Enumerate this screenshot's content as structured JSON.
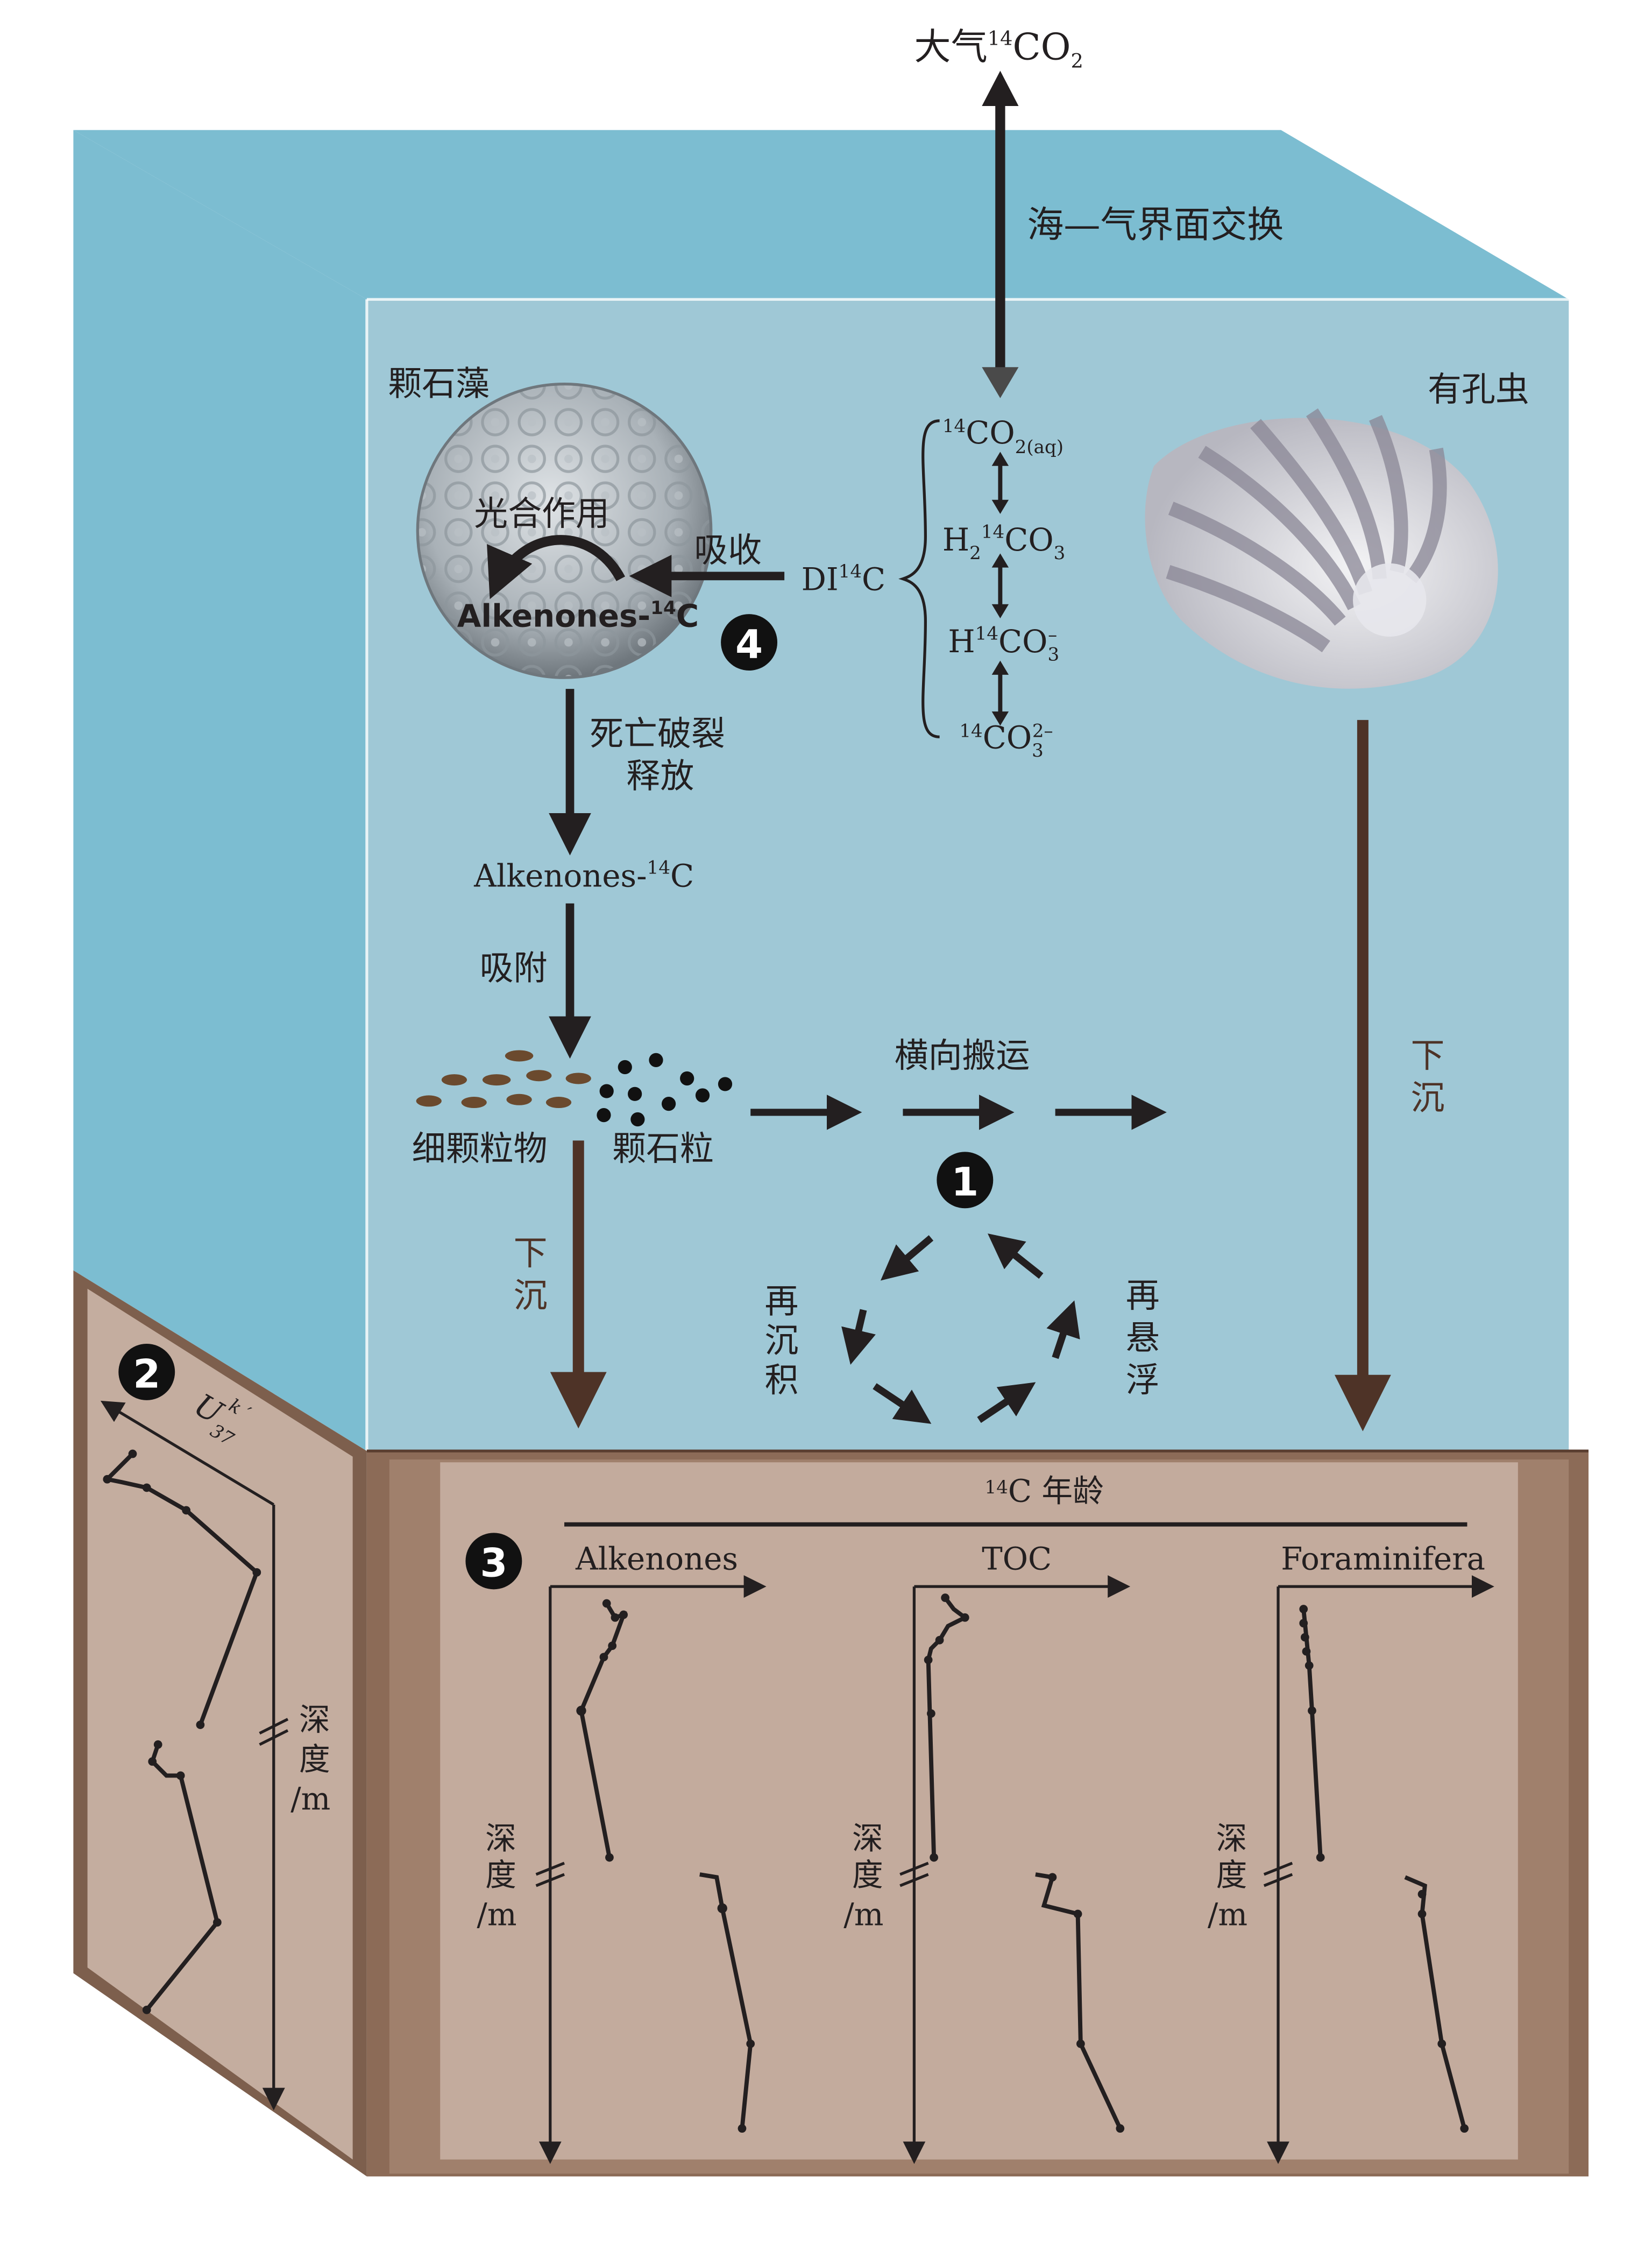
{
  "labels": {
    "atmosphere_prefix": "大气",
    "atmosphere_iso": "14",
    "atmosphere_rest": "CO",
    "atmosphere_sub": "2",
    "air_sea_exchange": "海—气界面交换",
    "coccolith_algae": "颗石藻",
    "foraminifera_cn": "有孔虫",
    "photosynthesis": "光合作用",
    "absorb": "吸收",
    "alkenones_in_cell": "Alkenones-",
    "alkenones_iso": "14",
    "alkenones_c": "C",
    "dic_prefix": "DI",
    "dic_iso": "14",
    "dic_c": "C",
    "co2aq_iso": "14",
    "co2aq_main": "CO",
    "co2aq_sub": "2(aq)",
    "h2co3_h": "H",
    "h2co3_sub": "2",
    "h2co3_iso": "14",
    "h2co3_rest": "CO",
    "h2co3_sub3": "3",
    "hco3_h": "H",
    "hco3_iso": "14",
    "hco3_rest": "CO",
    "hco3_sub": "3",
    "hco3_sup": "–",
    "co3_iso": "14",
    "co3_rest": "CO",
    "co3_sub": "3",
    "co3_sup": "2–",
    "death_release_1": "死亡破裂",
    "death_release_2": "释放",
    "alkenones_free": "Alkenones-",
    "alkenones_free_iso": "14",
    "alkenones_free_c": "C",
    "adsorb": "吸附",
    "fine_particles": "细颗粒物",
    "coccoliths": "颗石粒",
    "lateral_transport": "横向搬运",
    "sink_left_1": "下",
    "sink_left_2": "沉",
    "sink_right_1": "下",
    "sink_right_2": "沉",
    "redeposit_1": "再",
    "redeposit_2": "沉",
    "redeposit_3": "积",
    "resuspend_1": "再",
    "resuspend_2": "悬",
    "resuspend_3": "浮",
    "age_iso": "14",
    "age_title": "C 年龄",
    "col_alkenones": "Alkenones",
    "col_toc": "TOC",
    "col_foram": "Foraminifera",
    "depth_1": "深",
    "depth_2": "度",
    "depth_3": "/m",
    "uk_u": "U",
    "uk_sub": "37",
    "uk_sup": "k ′"
  },
  "markers": [
    "1",
    "2",
    "3",
    "4"
  ],
  "colors": {
    "water_front": "#9fc8d6",
    "water_left": "#7cbdd1",
    "water_top": "#7cbdd1",
    "sediment_front": "#c3ab9d",
    "sediment_frame": "#8c6b57",
    "sediment_left": "#c4ad9f",
    "sediment_dark": "#7d5f4d",
    "arrow_black": "#231f20",
    "arrow_brown": "#4e3327",
    "marker_bg": "#111111"
  },
  "icons": [
    "coccolithophore-icon",
    "foraminifera-icon"
  ]
}
